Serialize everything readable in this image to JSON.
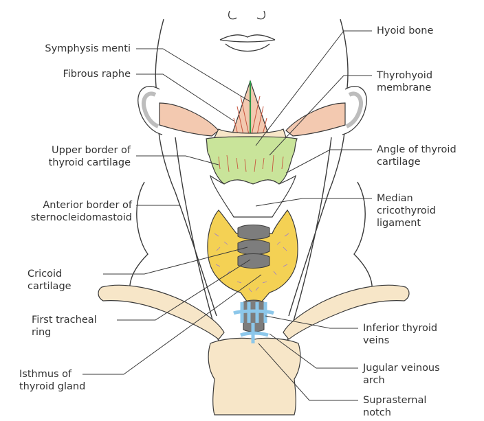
{
  "labels": {
    "left": {
      "symphysis_menti": "Symphysis menti",
      "fibrous_raphe": "Fibrous raphe",
      "upper_border": "Upper border of\nthyroid cartilage",
      "anterior_border": "Anterior border of\nsternocleidomastoid",
      "cricoid": "Cricoid\ncartilage",
      "first_ring": "First tracheal\nring",
      "isthmus": "Isthmus of\nthyroid gland"
    },
    "right": {
      "hyoid": "Hyoid bone",
      "thyrohyoid": "Thyrohyoid\nmembrane",
      "angle": "Angle of thyroid\ncartilage",
      "median": "Median\ncricothyroid\nligament",
      "inferior_veins": "Inferior thyroid\nveins",
      "jugular_arch": "Jugular veinous\narch",
      "suprasternal": "Suprasternal\nnotch"
    }
  },
  "colors": {
    "outline": "#3a3a3a",
    "skin": "#ffffff",
    "muscle": "#f3c9b0",
    "muscle_stripe": "#c8553d",
    "raphe": "#2e9a48",
    "thyroid_cartilage": "#c9e49a",
    "thyroid_gland": "#f4d154",
    "gland_vessels": "#9a7bd0",
    "bone": "#f7e6c8",
    "trachea_gray": "#7d7d7d",
    "vein": "#8cc7ea",
    "ear": "#d8d8d8"
  }
}
